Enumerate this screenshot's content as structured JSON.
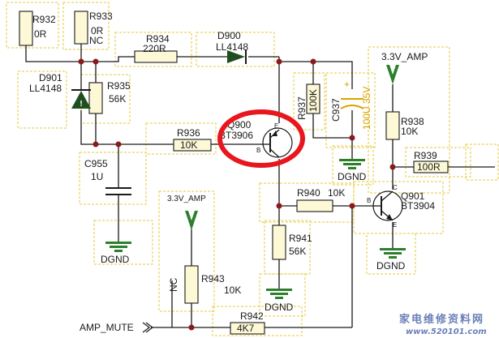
{
  "resistors": {
    "r932": {
      "ref": "R932",
      "value": "0R"
    },
    "r933": {
      "ref": "R933",
      "value": "0R",
      "note": "NC"
    },
    "r934": {
      "ref": "R934",
      "value": "220R"
    },
    "r935": {
      "ref": "R935",
      "value": "56K"
    },
    "r936": {
      "ref": "R936",
      "value": "10K"
    },
    "r937": {
      "ref": "R937",
      "value": "100K"
    },
    "r938": {
      "ref": "R938",
      "value": "10K"
    },
    "r939": {
      "ref": "R939",
      "value": "100R"
    },
    "r940": {
      "ref": "R940",
      "value": "10K"
    },
    "r941": {
      "ref": "R941",
      "value": "56K"
    },
    "r942": {
      "ref": "R942",
      "value": "4K7"
    },
    "r943": {
      "ref": "R943",
      "value": "10K",
      "note": "NC"
    }
  },
  "diodes": {
    "d900": {
      "ref": "D900",
      "value": "LL4148"
    },
    "d901": {
      "ref": "D901",
      "value": "LL4148",
      "mark": "!"
    }
  },
  "capacitors": {
    "c955": {
      "ref": "C955",
      "value": "1U"
    },
    "c937": {
      "ref": "C937",
      "value": "100U 35V"
    }
  },
  "transistors": {
    "q900": {
      "ref": "Q900",
      "value": "BT3906",
      "pin_b": "B",
      "pin_e": "E"
    },
    "q901": {
      "ref": "Q901",
      "value": "BT3904",
      "pin_b": "B",
      "pin_c": "C",
      "pin_e": "E"
    }
  },
  "power": {
    "amp_rail_1": "3.3V_AMP",
    "amp_rail_2": "3.3V_AMP"
  },
  "grounds": {
    "g1": "DGND",
    "g2": "DGND",
    "g3": "DGND",
    "g4": "DGND"
  },
  "signals": {
    "amp_mute": "AMP_MUTE"
  },
  "watermark": {
    "text": "家电维修资料网",
    "url": "www.520101.com"
  },
  "colors": {
    "highlight_ring": "#e8161d",
    "net_node": "#8b1a1a",
    "power_arrow": "#2d7f2d",
    "ground_symbol": "#2d7f2d",
    "diode_body": "#1f4f1f",
    "outline_dashes": "#e6c83a"
  }
}
